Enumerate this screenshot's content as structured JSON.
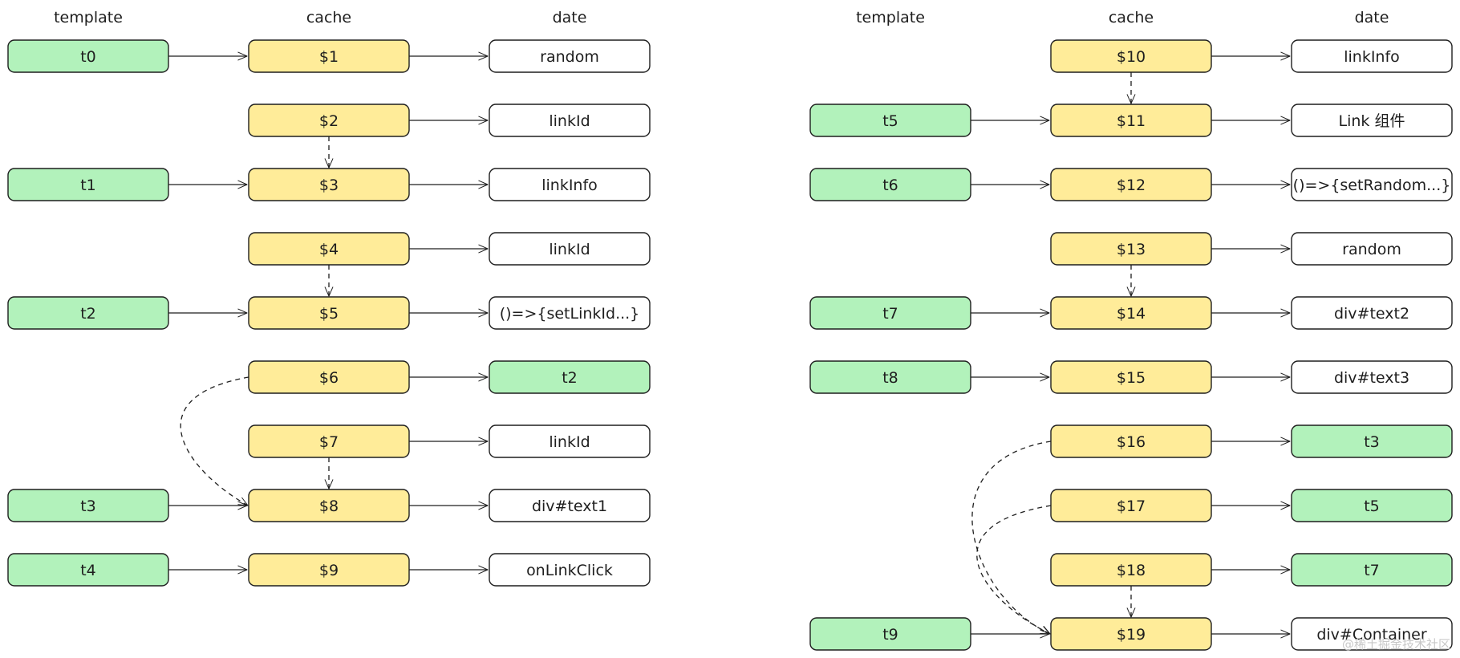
{
  "colors": {
    "template_fill": "#b2f2bb",
    "cache_fill": "#ffec99",
    "data_fill": "#ffffff",
    "stroke": "#1e1e1e"
  },
  "panels": [
    {
      "headers": {
        "template": "template",
        "cache": "cache",
        "data": "date"
      },
      "rows": [
        {
          "template": "t0",
          "cache": "$1",
          "data": "random",
          "data_type": "value"
        },
        {
          "template": "",
          "cache": "$2",
          "data": "linkId",
          "data_type": "value"
        },
        {
          "template": "t1",
          "cache": "$3",
          "data": "linkInfo",
          "data_type": "value"
        },
        {
          "template": "",
          "cache": "$4",
          "data": "linkId",
          "data_type": "value"
        },
        {
          "template": "t2",
          "cache": "$5",
          "data": "()=>{setLinkId...}",
          "data_type": "value"
        },
        {
          "template": "",
          "cache": "$6",
          "data": "t2",
          "data_type": "template"
        },
        {
          "template": "",
          "cache": "$7",
          "data": "linkId",
          "data_type": "value"
        },
        {
          "template": "t3",
          "cache": "$8",
          "data": "div#text1",
          "data_type": "value"
        },
        {
          "template": "t4",
          "cache": "$9",
          "data": "onLinkClick",
          "data_type": "value"
        }
      ],
      "dashed_down_arrows": [
        [
          1,
          2
        ],
        [
          3,
          4
        ],
        [
          6,
          7
        ]
      ],
      "curved_dashed_arrows": [
        [
          5,
          7
        ]
      ]
    },
    {
      "headers": {
        "template": "template",
        "cache": "cache",
        "data": "date"
      },
      "rows": [
        {
          "template": "",
          "cache": "$10",
          "data": "linkInfo",
          "data_type": "value"
        },
        {
          "template": "t5",
          "cache": "$11",
          "data": "Link 组件",
          "data_type": "value"
        },
        {
          "template": "t6",
          "cache": "$12",
          "data": "()=>{setRandom...}",
          "data_type": "value"
        },
        {
          "template": "",
          "cache": "$13",
          "data": "random",
          "data_type": "value"
        },
        {
          "template": "t7",
          "cache": "$14",
          "data": "div#text2",
          "data_type": "value"
        },
        {
          "template": "t8",
          "cache": "$15",
          "data": "div#text3",
          "data_type": "value"
        },
        {
          "template": "",
          "cache": "$16",
          "data": "t3",
          "data_type": "template"
        },
        {
          "template": "",
          "cache": "$17",
          "data": "t5",
          "data_type": "template"
        },
        {
          "template": "",
          "cache": "$18",
          "data": "t7",
          "data_type": "template"
        },
        {
          "template": "t9",
          "cache": "$19",
          "data": "div#Container",
          "data_type": "value"
        }
      ],
      "dashed_down_arrows": [
        [
          0,
          1
        ],
        [
          3,
          4
        ],
        [
          8,
          9
        ]
      ],
      "curved_dashed_arrows": [
        [
          6,
          9
        ],
        [
          7,
          9
        ]
      ]
    }
  ],
  "watermark": "@稀土掘金技术社区"
}
